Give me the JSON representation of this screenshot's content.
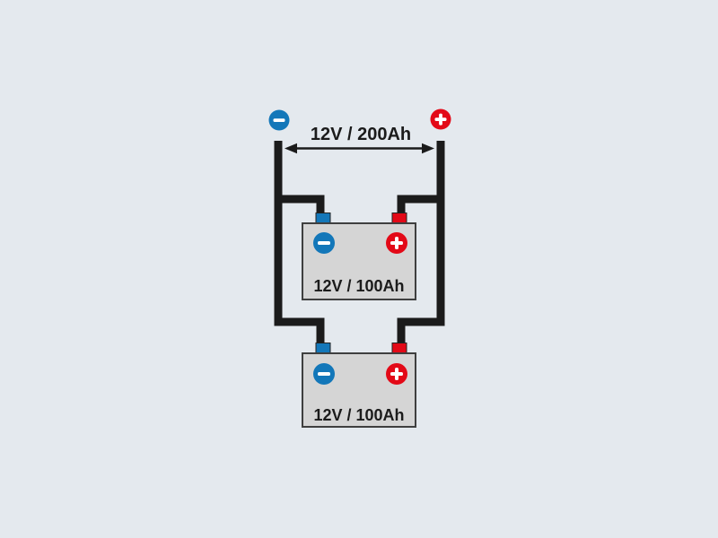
{
  "background_color": "#e4e9ee",
  "colors": {
    "wire": "#1b1b1b",
    "negative_blue": "#1377b9",
    "positive_red": "#e30917",
    "battery_fill": "#d5d5d5",
    "battery_border": "#3f3f3f",
    "label_text": "#1b1b1b",
    "terminal_symbol_white": "#ffffff"
  },
  "bank": {
    "capacity_label": "12V / 200Ah",
    "negative_icon": "minus-in-circle",
    "positive_icon": "plus-in-circle",
    "span_indicator": "double-headed-arrow"
  },
  "batteries": [
    {
      "capacity_label": "12V / 100Ah",
      "negative_icon": "minus-in-circle",
      "positive_icon": "plus-in-circle"
    },
    {
      "capacity_label": "12V / 100Ah",
      "negative_icon": "minus-in-circle",
      "positive_icon": "plus-in-circle"
    }
  ]
}
